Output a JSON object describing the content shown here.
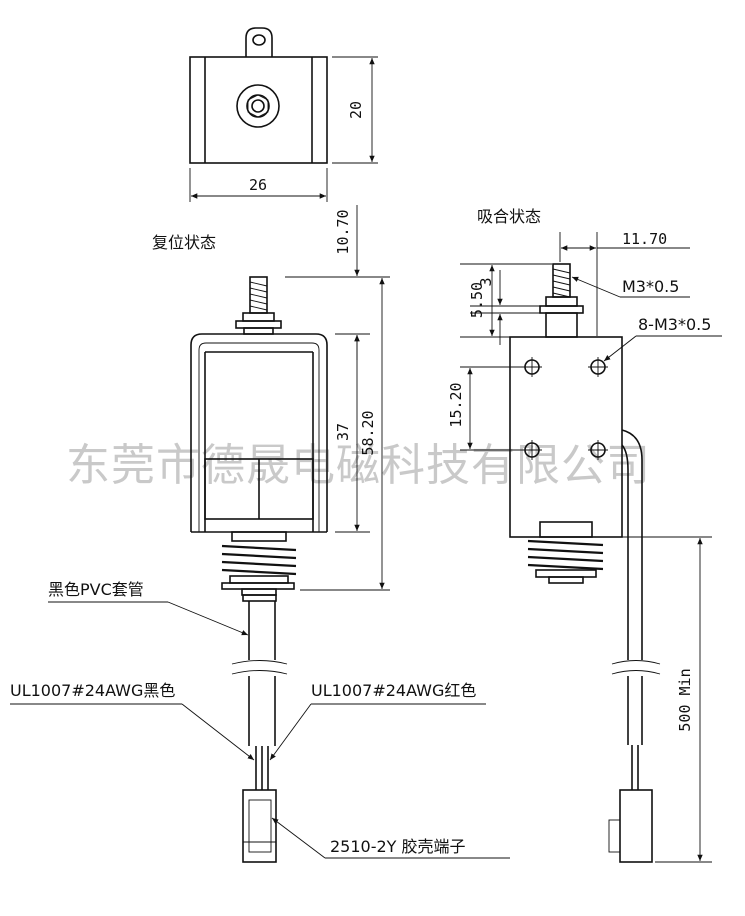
{
  "watermark": "东莞市德晟电磁科技有限公司",
  "top_view": {
    "width_dim": "26",
    "height_dim": "20"
  },
  "left_view": {
    "state_label": "复位状态",
    "dim_stroke": "10.70",
    "dim_body": "37",
    "dim_total": "58.20",
    "sleeve_label": "黑色PVC套管",
    "wire_black_label": "UL1007#24AWG黑色",
    "wire_red_label": "UL1007#24AWG红色",
    "connector_label": "2510-2Y 胶壳端子"
  },
  "right_view": {
    "state_label": "吸合状态",
    "dim_offset": "11.70",
    "dim_thread_len": "5.50",
    "dim_nut": "3",
    "dim_hole_pitch": "15.20",
    "thread_label": "M3*0.5",
    "mount_label": "8-M3*0.5",
    "wire_length_label": "500 Min"
  }
}
